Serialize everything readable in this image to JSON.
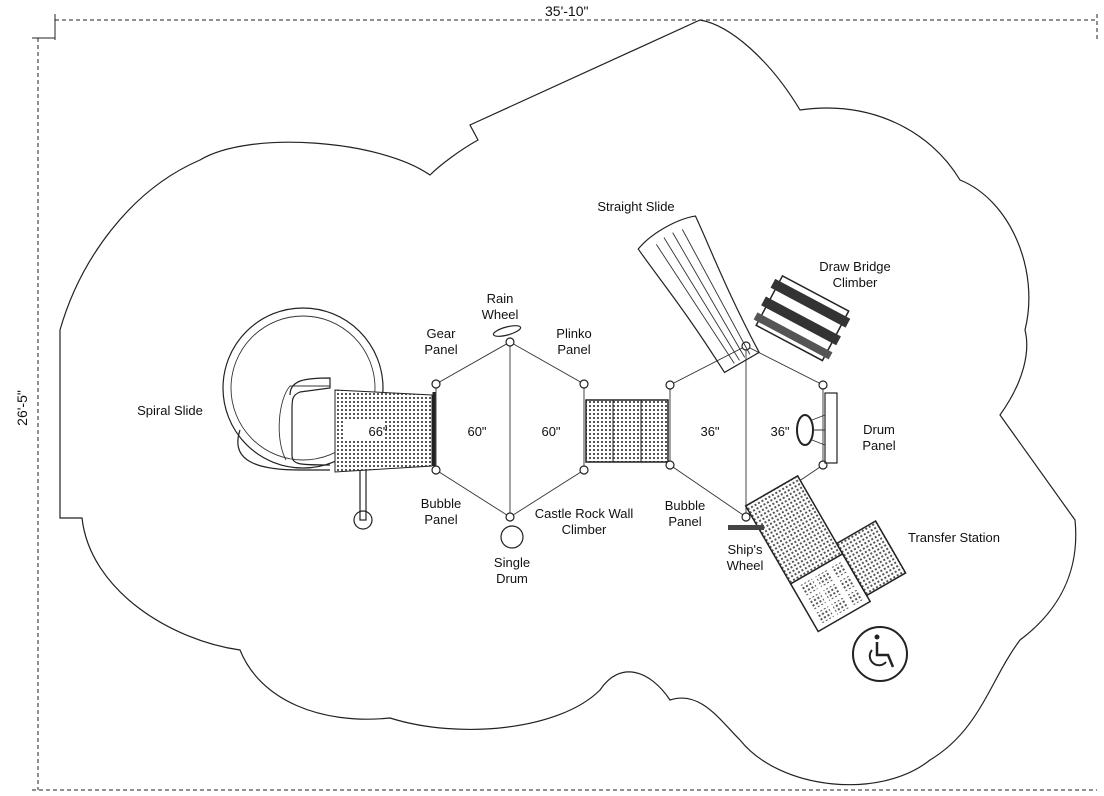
{
  "dimensions": {
    "width": "35'-10\"",
    "height": "26'-5\""
  },
  "labels": {
    "spiral_slide": "Spiral Slide",
    "gear_panel": [
      "Gear",
      "Panel"
    ],
    "rain_wheel": [
      "Rain",
      "Wheel"
    ],
    "plinko_panel": [
      "Plinko",
      "Panel"
    ],
    "bubble_panel_left": [
      "Bubble",
      "Panel"
    ],
    "single_drum": [
      "Single",
      "Drum"
    ],
    "castle_rock_wall": [
      "Castle Rock Wall",
      "Climber"
    ],
    "straight_slide": "Straight Slide",
    "draw_bridge": [
      "Draw Bridge",
      "Climber"
    ],
    "drum_panel": [
      "Drum",
      "Panel"
    ],
    "bubble_panel_right": [
      "Bubble",
      "Panel"
    ],
    "ships_wheel": [
      "Ship's",
      "Wheel"
    ],
    "transfer_station": "Transfer Station"
  },
  "deck_heights": {
    "slide_deck": "66\"",
    "deck_1": "60\"",
    "deck_2": "60\"",
    "deck_3": "36\"",
    "deck_4": "36\""
  },
  "icons": {
    "accessibility": "wheelchair-icon"
  }
}
